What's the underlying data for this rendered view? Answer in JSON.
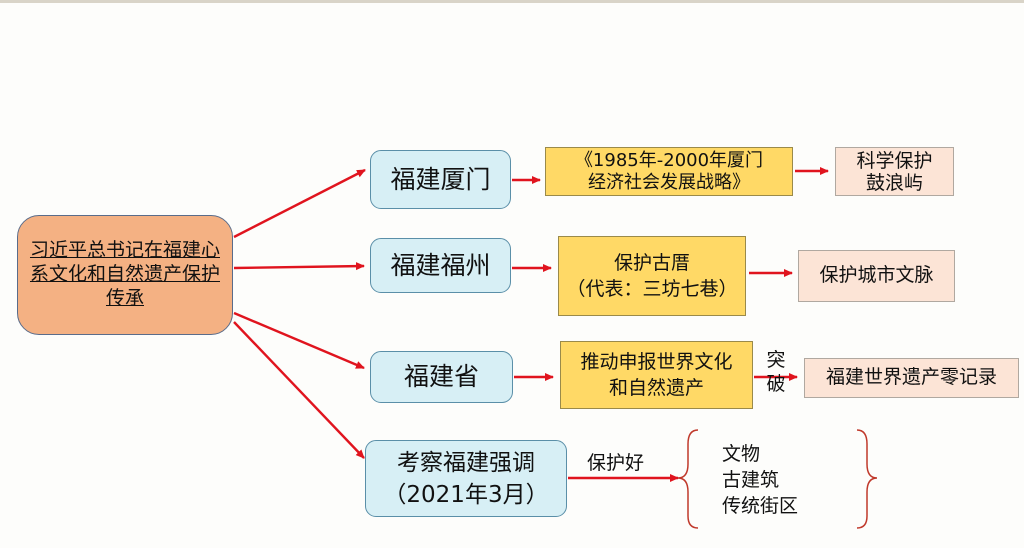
{
  "root": {
    "text": "习近平总书记在福建心系文化和自然遗产保护传承"
  },
  "branches": [
    {
      "label": "福建厦门",
      "detail": "《1985年-2000年厦门经济社会发展战略》",
      "result": "科学保护鼓浪屿"
    },
    {
      "label": "福建福州",
      "detail_line1": "保护古厝",
      "detail_line2": "（代表：三坊七巷）",
      "result": "保护城市文脉"
    },
    {
      "label": "福建省",
      "detail": "推动申报世界文化和自然遗产",
      "connector": "突破",
      "result": "福建世界遗产零记录"
    },
    {
      "label_line1": "考察福建强调",
      "label_line2": "（2021年3月）",
      "connector": "保护好",
      "items": [
        "文物",
        "古建筑",
        "传统街区"
      ]
    }
  ],
  "colors": {
    "arrow": "#e0141e",
    "root_fill": "#f4b183",
    "level1_fill": "#d7eff5",
    "level2_fill": "#ffd966",
    "level3_fill": "#fce4d6"
  }
}
